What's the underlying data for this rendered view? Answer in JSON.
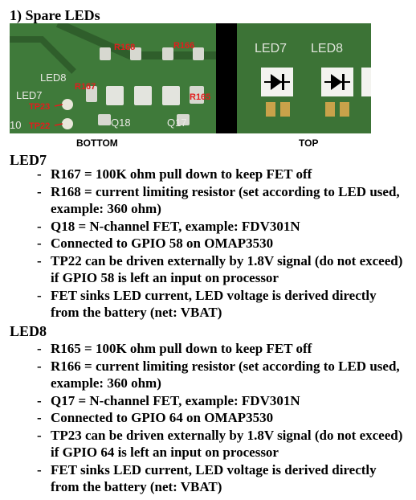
{
  "heading": "1)  Spare LEDs",
  "figure": {
    "bottom_caption": "BOTTOM",
    "top_caption": "TOP",
    "bottom_labels": {
      "led8": "LED8",
      "led7": "LED7",
      "num10": "10",
      "r167": "R167",
      "r168": "R168",
      "r166": "R166",
      "r165": "R165",
      "tp23": "TP23",
      "tp22": "TP22",
      "q18": "Q18",
      "q17": "Q17"
    },
    "top_labels": {
      "led7": "LED7",
      "led8": "LED8"
    }
  },
  "sections": [
    {
      "title": "LED7",
      "items": [
        "R167 = 100K ohm pull down to keep FET off",
        "R168 = current limiting resistor (set according to LED used, example: 360 ohm)",
        "Q18 = N-channel FET, example: FDV301N",
        "Connected to GPIO 58 on OMAP3530",
        "TP22 can be driven externally by 1.8V signal (do not exceed) if GPIO 58 is left an input on processor",
        "FET sinks LED current, LED voltage is derived directly from the battery (net: VBAT)"
      ]
    },
    {
      "title": "LED8",
      "items": [
        "R165 = 100K ohm pull down to keep FET off",
        "R166 = current limiting resistor (set according to LED used, example: 360 ohm)",
        "Q17 = N-channel FET, example: FDV301N",
        "Connected to GPIO 64 on OMAP3530",
        "TP23 can be driven externally by 1.8V signal (do not exceed) if GPIO 64 is left an input on processor",
        "FET sinks LED current, LED voltage is derived directly from the battery (net: VBAT)"
      ]
    }
  ]
}
